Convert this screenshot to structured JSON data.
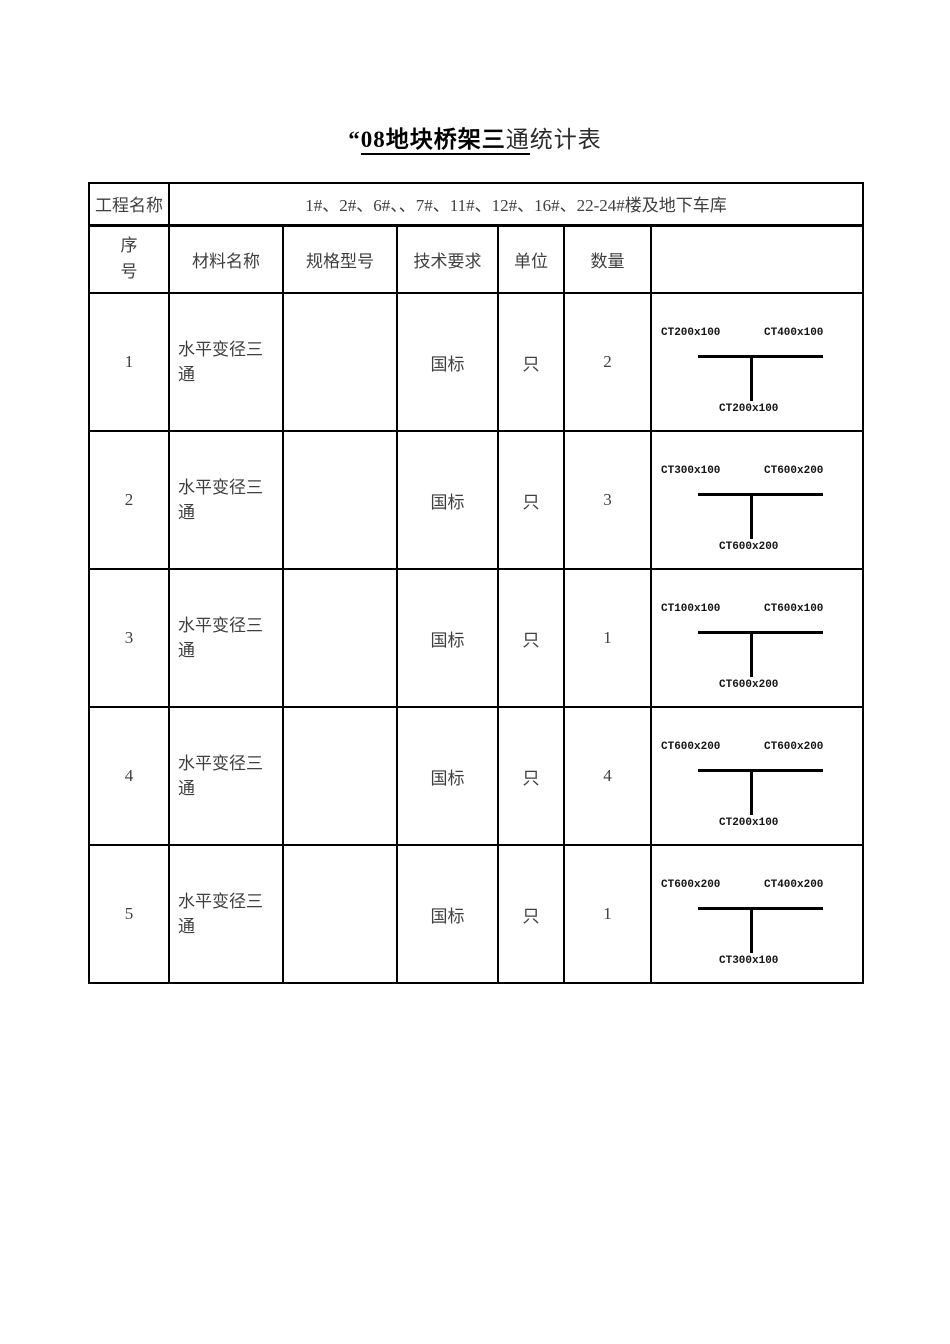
{
  "title": {
    "prefix": "“",
    "bold_underline": "08地块桥架三",
    "underline": "通",
    "rest": "统计表"
  },
  "project": {
    "label": "工程名称",
    "value": "1#、2#、6#、、7#、11#、12#、16#、22-24#楼及地下车库"
  },
  "columns": {
    "seq": "序\n号",
    "material": "材料名称",
    "spec": "规格型号",
    "tech": "技术要求",
    "unit": "单位",
    "qty": "数量",
    "diagram": ""
  },
  "rows": [
    {
      "seq": "1",
      "material": "水平变径三通",
      "spec": "",
      "tech": "国标",
      "unit": "只",
      "qty": "2",
      "diagram": {
        "left": "CT200x100",
        "right": "CT400x100",
        "bottom": "CT200x100"
      }
    },
    {
      "seq": "2",
      "material": "水平变径三通",
      "spec": "",
      "tech": "国标",
      "unit": "只",
      "qty": "3",
      "diagram": {
        "left": "CT300x100",
        "right": "CT600x200",
        "bottom": "CT600x200"
      }
    },
    {
      "seq": "3",
      "material": "水平变径三通",
      "spec": "",
      "tech": "国标",
      "unit": "只",
      "qty": "1",
      "diagram": {
        "left": "CT100x100",
        "right": "CT600x100",
        "bottom": "CT600x200"
      }
    },
    {
      "seq": "4",
      "material": "水平变径三通",
      "spec": "",
      "tech": "国标",
      "unit": "只",
      "qty": "4",
      "diagram": {
        "left": "CT600x200",
        "right": "CT600x200",
        "bottom": "CT200x100"
      }
    },
    {
      "seq": "5",
      "material": "水平变径三通",
      "spec": "",
      "tech": "国标",
      "unit": "只",
      "qty": "1",
      "diagram": {
        "left": "CT600x200",
        "right": "CT400x200",
        "bottom": "CT300x100"
      }
    }
  ]
}
